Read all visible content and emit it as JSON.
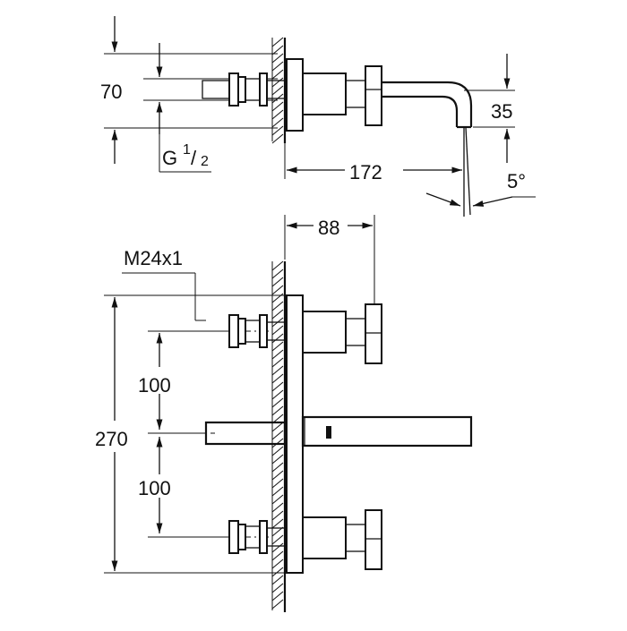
{
  "top_view": {
    "dim_height": "70",
    "dim_thread_g": "G",
    "dim_thread_num": "1",
    "dim_thread_den": "2",
    "dim_spout_length": "172",
    "dim_spout_drop": "35",
    "dim_angle": "5°"
  },
  "front_view": {
    "dim_depth": "88",
    "dim_thread_m": "M24x1",
    "dim_total_height": "270",
    "dim_spacing_upper": "100",
    "dim_spacing_lower": "100"
  }
}
